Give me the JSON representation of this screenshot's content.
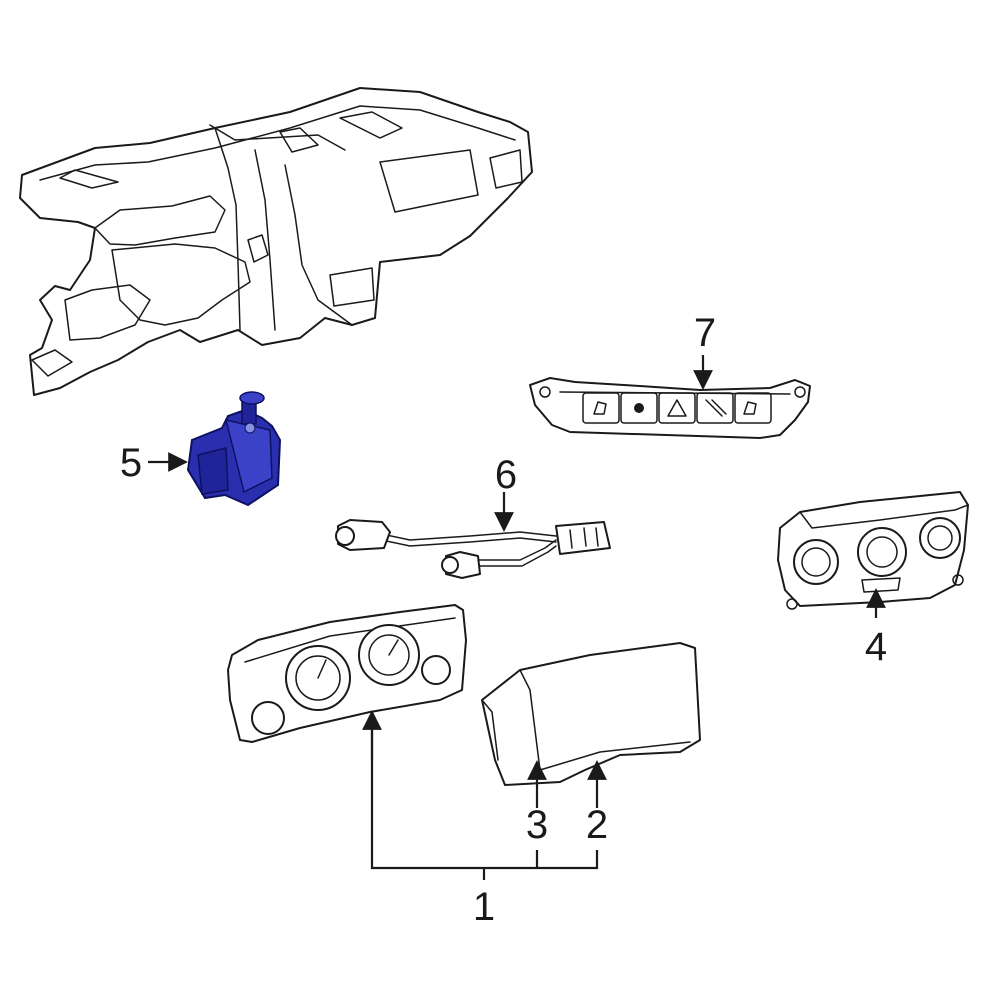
{
  "colors": {
    "line": "#1a1a1a",
    "highlight": "#2a2fb0",
    "background": "#ffffff"
  },
  "callouts": {
    "c1": "1",
    "c2": "2",
    "c3": "3",
    "c4": "4",
    "c5": "5",
    "c6": "6",
    "c7": "7"
  }
}
